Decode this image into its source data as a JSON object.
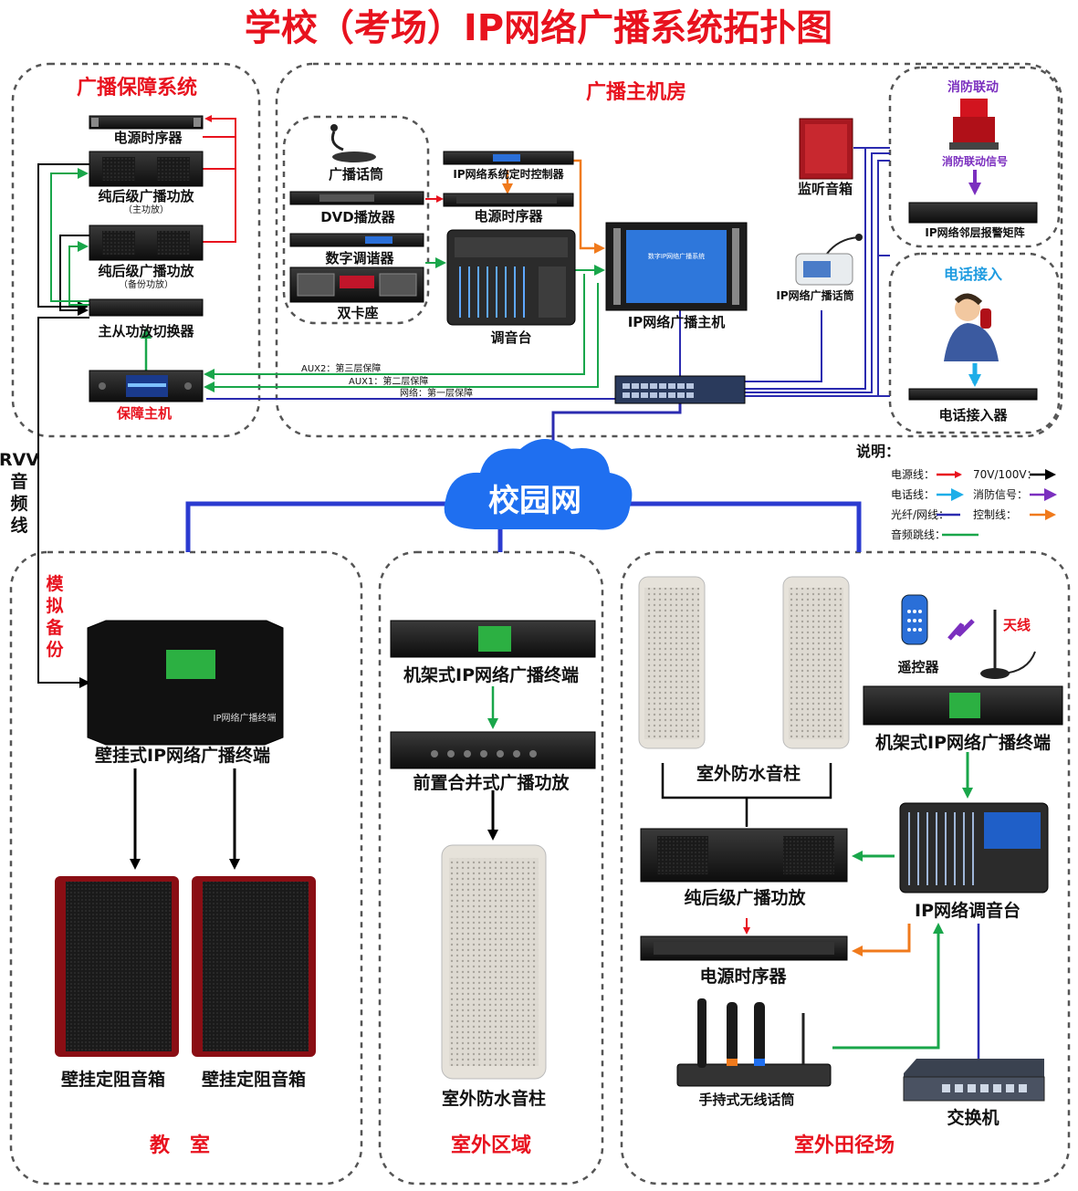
{
  "title": "学校（考场）IP网络广播系统拓扑图",
  "sections": {
    "guarantee": "广播保障系统",
    "main_room": "广播主机房",
    "fire": "消防联动",
    "phone": "电话接入",
    "classroom": "教　室",
    "outdoor": "室外区域",
    "field": "室外田径场"
  },
  "cloud": "校园网",
  "rvv": [
    "RVV",
    "音",
    "频",
    "线"
  ],
  "analog_backup": [
    "模",
    "拟",
    "备",
    "份"
  ],
  "devices": {
    "power_seq_1": "电源时序器",
    "amp_main": "纯后级广播功放",
    "amp_main_note": "（主功放）",
    "amp_backup": "纯后级广播功放",
    "amp_backup_note": "（备份功放）",
    "switcher": "主从功放切换器",
    "guarantee_host": "保障主机",
    "mic": "广播话筒",
    "dvd": "DVD播放器",
    "tuner": "数字调谐器",
    "dual_deck": "双卡座",
    "timer_ctrl": "IP网络系统定时控制器",
    "power_seq_2": "电源时序器",
    "mixer": "调音台",
    "ip_host": "IP网络广播主机",
    "monitor": "监听音箱",
    "ip_mic": "IP网络广播话筒",
    "fire_signal": "消防联动信号",
    "alarm_matrix": "IP网络邻层报警矩阵",
    "phone_access": "电话接入器",
    "wall_terminal": "壁挂式IP网络广播终端",
    "wall_spk_1": "壁挂定阻音箱",
    "wall_spk_2": "壁挂定阻音箱",
    "rack_terminal_1": "机架式IP网络广播终端",
    "pre_amp": "前置合并式广播功放",
    "column_1": "室外防水音柱",
    "column_2": "室外防水音柱",
    "remote": "遥控器",
    "antenna": "天线",
    "rack_terminal_2": "机架式IP网络广播终端",
    "amp_field": "纯后级广播功放",
    "ip_mixer": "IP网络调音台",
    "power_seq_3": "电源时序器",
    "wireless_mic": "手持式无线话筒",
    "switch": "交换机",
    "terminal_screen": "IP网络广播终端",
    "host_screen": "数字IP网络广播系统"
  },
  "line_labels": {
    "aux2": "AUX2：第三层保障",
    "aux1": "AUX1：第二层保障",
    "net": "网络：第一层保障"
  },
  "legend": {
    "title": "说明：",
    "items": [
      {
        "label": "电源线：",
        "color": "#e8121e"
      },
      {
        "label": "70V/100V：",
        "color": "#000000"
      },
      {
        "label": "电话线：",
        "color": "#1eaee8"
      },
      {
        "label": "消防信号：",
        "color": "#7b2fbf"
      },
      {
        "label": "光纤/网线：",
        "color": "#2b2bb0"
      },
      {
        "label": "控制线：",
        "color": "#f07a1c"
      },
      {
        "label": "音频跳线：",
        "color": "#19a64a"
      }
    ]
  },
  "colors": {
    "power": "#e8121e",
    "speaker": "#000000",
    "phone": "#1eaee8",
    "fire": "#7b2fbf",
    "network": "#2b2bb0",
    "control": "#f07a1c",
    "audio": "#19a64a"
  }
}
